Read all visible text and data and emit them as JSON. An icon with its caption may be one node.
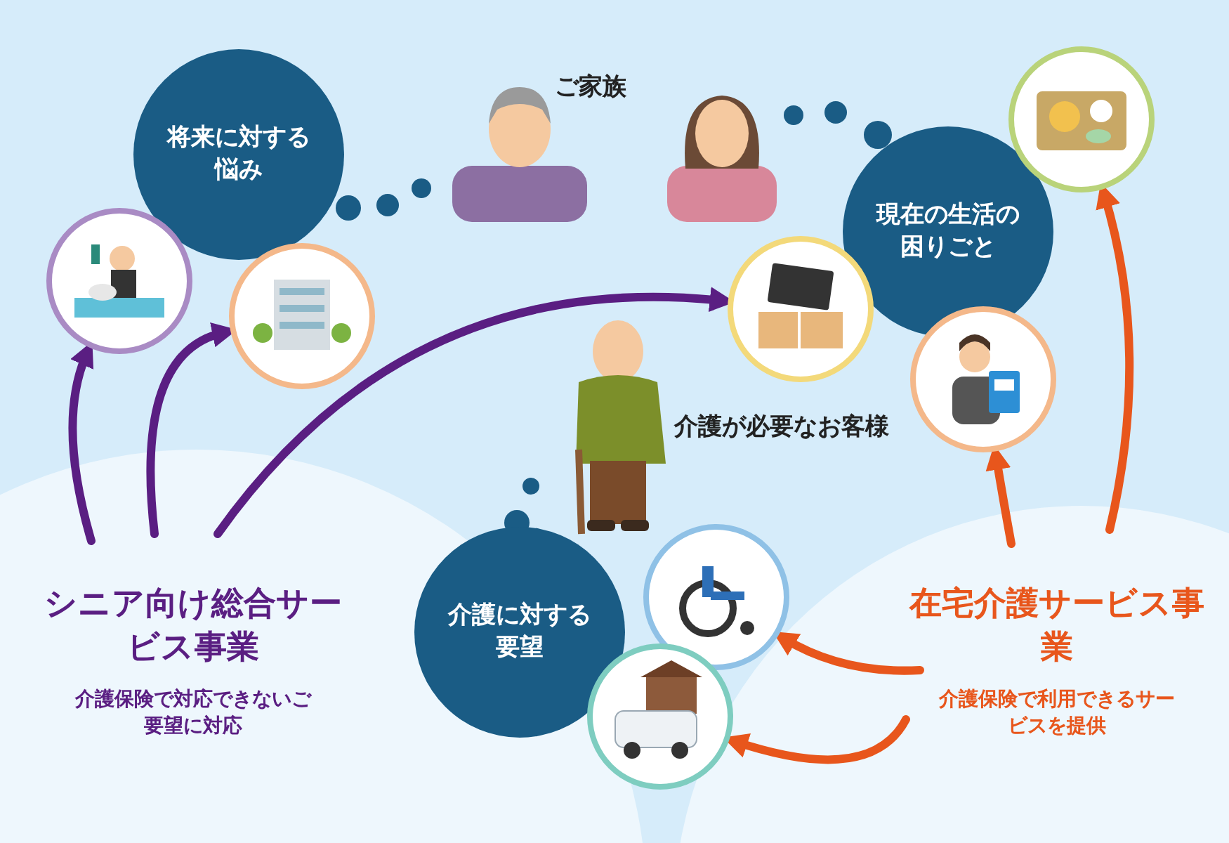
{
  "diagram": {
    "nodes": [
      {
        "text": [
          "将来に対する悩み"
        ]
      },
      {
        "text": [
          "ご家族"
        ]
      },
      {
        "text": [
          "現在の生活の困りごと"
        ]
      },
      {
        "text": [
          "介護に対する要望"
        ]
      },
      {
        "text": [
          "介護が必要なお客様"
        ]
      },
      {
        "text": [
          "シニア向け総合サービス事業",
          "介護保険で対応できないご要望に対応"
        ]
      },
      {
        "text": [
          "在宅介護サービス事業",
          "介護保険で利用できるサービスを提供"
        ]
      },
      {
        "text": [],
        "shape": "picture"
      },
      {
        "text": [],
        "shape": "picture"
      },
      {
        "text": [],
        "shape": "picture"
      },
      {
        "text": [],
        "shape": "picture"
      },
      {
        "text": [],
        "shape": "picture"
      },
      {
        "text": [],
        "shape": "picture"
      },
      {
        "text": [],
        "shape": "picture"
      }
    ],
    "edges": [
      {
        "from": 5,
        "to": 7,
        "arrow": "to",
        "color": "#5a1e82"
      },
      {
        "from": 5,
        "to": 8,
        "arrow": "to",
        "color": "#5a1e82"
      },
      {
        "from": 5,
        "to": 9,
        "arrow": "to",
        "color": "#5a1e82"
      },
      {
        "from": 6,
        "to": 12,
        "arrow": "to"
      },
      {
        "from": 6,
        "to": 13,
        "arrow": "to"
      },
      {
        "from": 6,
        "to": 11,
        "arrow": "to"
      },
      {
        "from": 6,
        "to": 10,
        "arrow": "to"
      }
    ]
  }
}
